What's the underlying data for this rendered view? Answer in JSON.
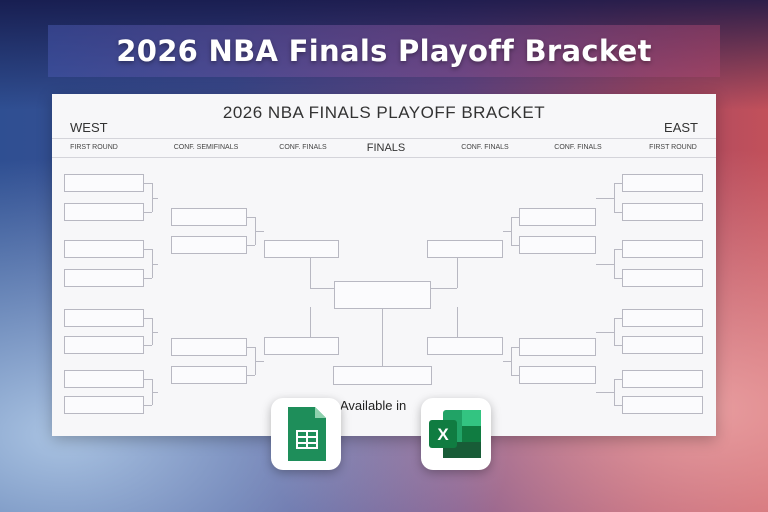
{
  "banner": {
    "title": "2026 NBA Finals Playoff Bracket"
  },
  "sheet": {
    "title": "2026 NBA FINALS PLAYOFF BRACKET",
    "west_label": "WEST",
    "east_label": "EAST",
    "rounds": {
      "west_first": "FIRST ROUND",
      "west_semis": "CONF. SEMIFINALS",
      "west_finals": "CONF. FINALS",
      "finals": "FINALS",
      "east_finals": "CONF. FINALS",
      "east_semis": "CONF. FINALS",
      "east_first": "FIRST ROUND"
    }
  },
  "availability": {
    "text": "Available in",
    "apps": [
      {
        "name": "Google Sheets",
        "icon": "google-sheets-icon",
        "color": "#1e8e5a"
      },
      {
        "name": "Microsoft Excel",
        "icon": "excel-icon",
        "color": "#1d6f42"
      }
    ]
  },
  "colors": {
    "sheet_bg": "#f7f7f9",
    "slot_border": "#b8b8c2",
    "title_text": "#ffffff"
  }
}
